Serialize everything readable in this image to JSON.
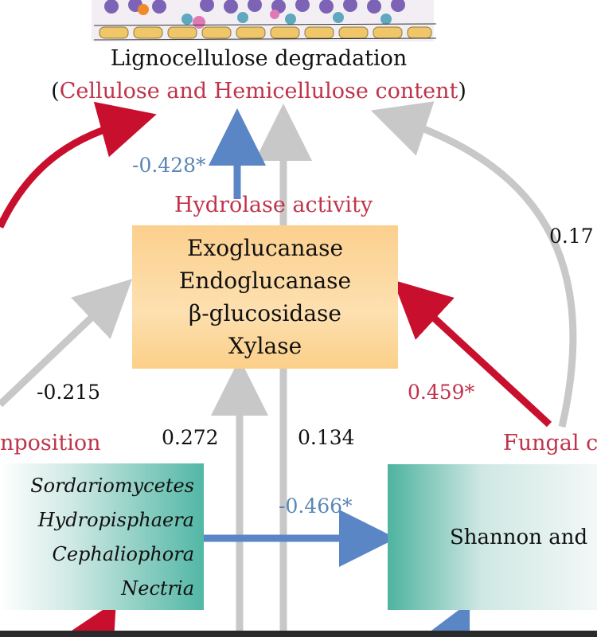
{
  "header": {
    "title": "Lignocellulose degradation",
    "subtitle_open": "(",
    "subtitle_highlight": "Cellulose and Hemicellulose content",
    "subtitle_close": ")"
  },
  "hydrolase": {
    "label": "Hydrolase activity",
    "items": [
      "Exoglucanase",
      "Endoglucanase",
      "β-glucosidase",
      "Xylase"
    ]
  },
  "composition": {
    "label": "nposition",
    "taxa": [
      "Sordariomycetes",
      "Hydropisphaera",
      "Cephaliophora",
      "Nectria"
    ]
  },
  "fungal": {
    "label": "Fungal c",
    "box_text": "Shannon and"
  },
  "coefficients": {
    "hydrolase_to_lignocellulose": "-0.428*",
    "composition_to_hydrolase": "-0.215",
    "left_up_1": "0.272",
    "left_up_2": "0.134",
    "fungal_to_hydrolase": "0.459*",
    "composition_to_fungal": "-0.466*",
    "fungal_to_lignocellulose": "0.17"
  },
  "colors": {
    "red": "#c8102e",
    "blue": "#5b86c5",
    "gray": "#c8c8c8",
    "label_red": "#c0334a"
  }
}
